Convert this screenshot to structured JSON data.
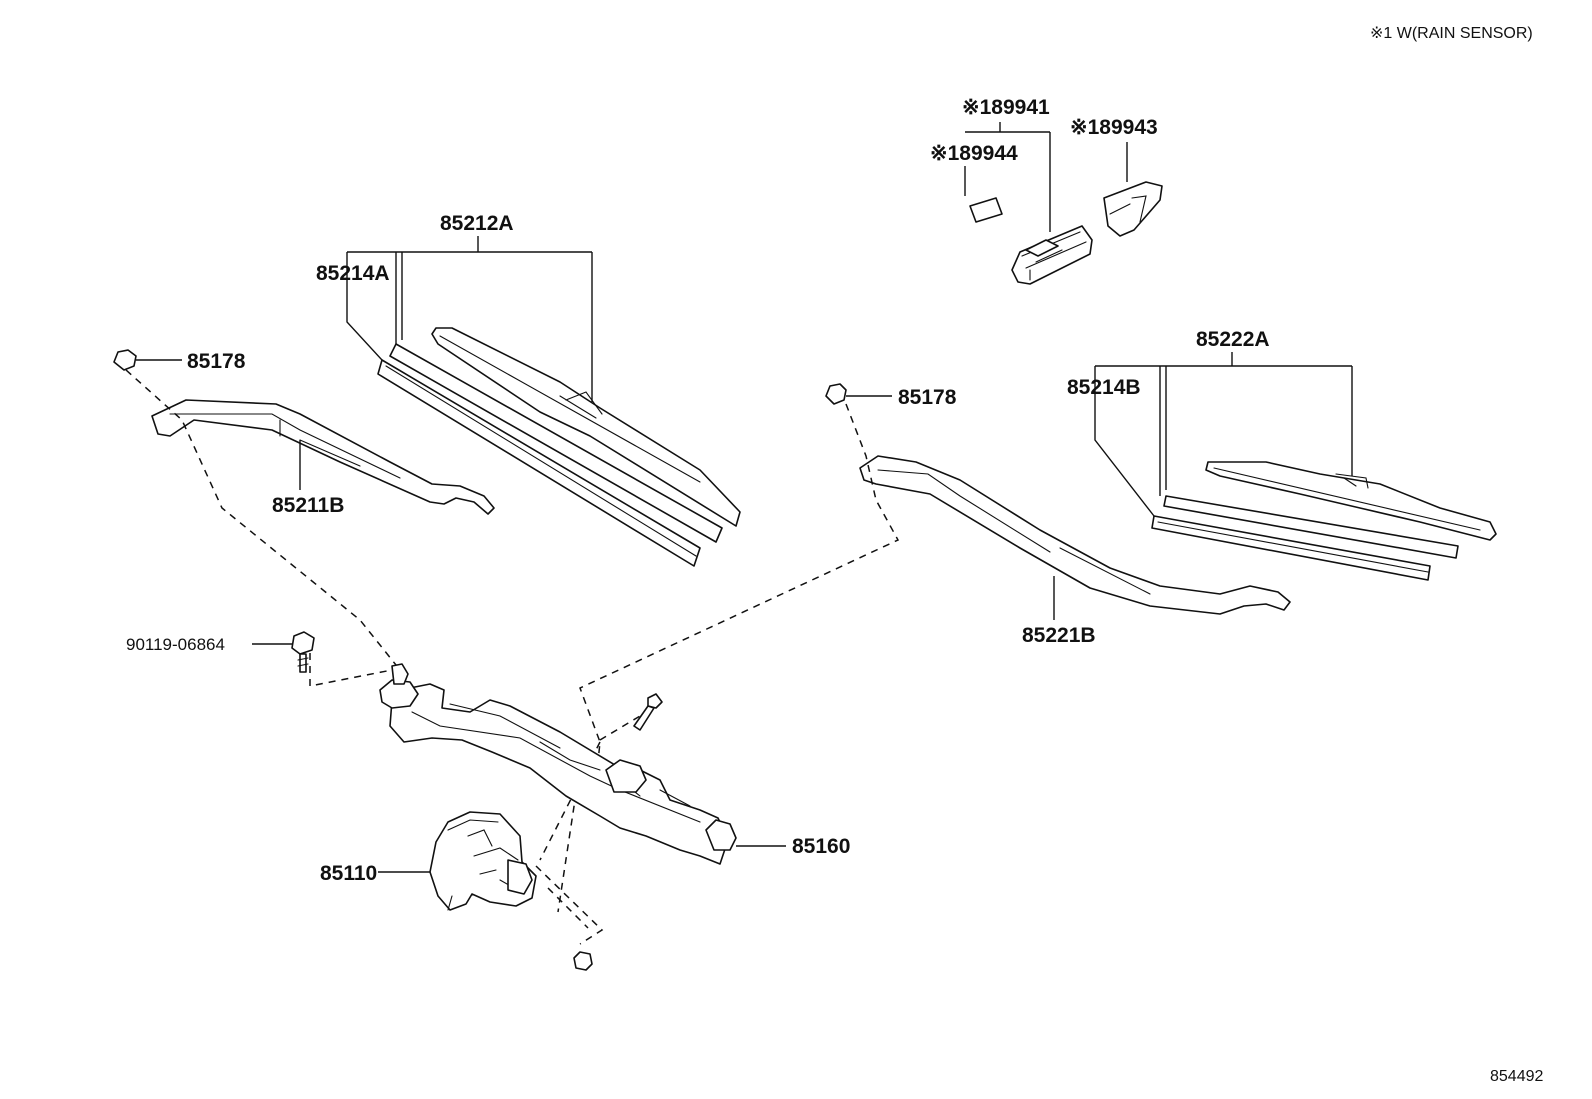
{
  "note": {
    "rain_sensor": "※1 W(RAIN SENSOR)"
  },
  "diagram_code": "854492",
  "labels": {
    "p85212A": "85212A",
    "p85214A": "85214A",
    "p85178_left": "85178",
    "p85211B": "85211B",
    "p85178_right": "85178",
    "p85222A": "85222A",
    "p85214B": "85214B",
    "p85221B": "85221B",
    "p90119": "90119-06864",
    "p85160": "85160",
    "p85110": "85110",
    "p89941": "※189941",
    "p89944": "※189944",
    "p89943": "※189943"
  }
}
